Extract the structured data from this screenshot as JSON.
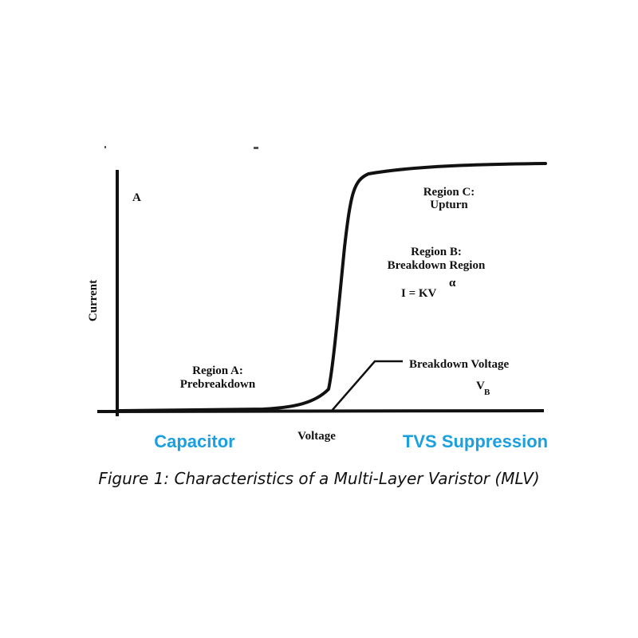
{
  "diagram": {
    "axis_label_y": "Current",
    "axis_label_x": "Voltage",
    "corner_mark": "A",
    "regions": {
      "a_line1": "Region A:",
      "a_line2": "Prebreakdown",
      "b_line1": "Region B:",
      "b_line2": "Breakdown Region",
      "b_formula": "I = KV",
      "b_exponent": "α",
      "c_line1": "Region C:",
      "c_line2": "Upturn"
    },
    "breakdown_label": "Breakdown Voltage",
    "vb_main": "V",
    "vb_sub": "B",
    "left_zone_label": "Capacitor",
    "right_zone_label": "TVS Suppression"
  },
  "caption": "Figure 1: Characteristics of a Multi-Layer Varistor (MLV)",
  "colors": {
    "accent_blue": "#1aa0e0",
    "ink": "#111111"
  }
}
